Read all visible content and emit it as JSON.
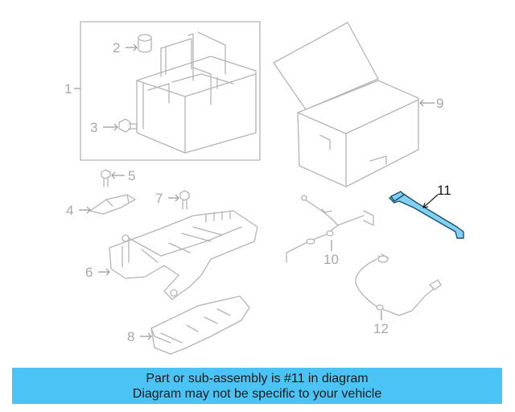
{
  "callouts": {
    "c1": "1",
    "c2": "2",
    "c3": "3",
    "c4": "4",
    "c5": "5",
    "c6": "6",
    "c7": "7",
    "c8": "8",
    "c9": "9",
    "c10": "10",
    "c11": "11",
    "c12": "12"
  },
  "highlighted_part": "11",
  "colors": {
    "highlight": "#7fd0f2",
    "banner": "#4cc3f5",
    "part_outline": "#b4b4b4"
  },
  "banner": {
    "line1": "Part or sub-assembly is #11 in diagram",
    "line2": "Diagram may not be specific to your vehicle"
  }
}
